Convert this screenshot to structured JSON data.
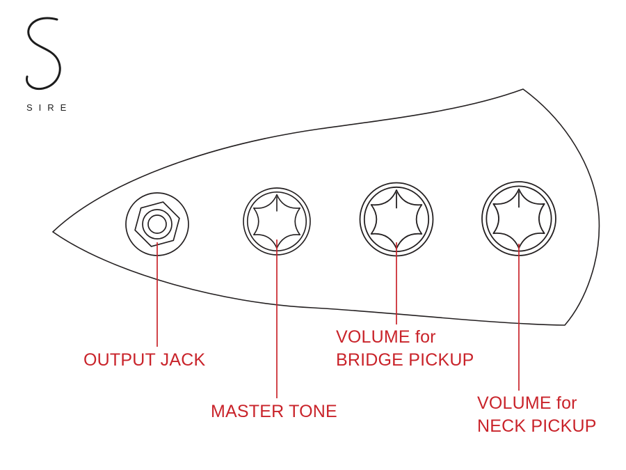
{
  "colors": {
    "background": "#ffffff",
    "outline": "#231f20",
    "accent_red": "#c9232a"
  },
  "logo": {
    "wordmark": "SIRE"
  },
  "labels": {
    "output_jack": "OUTPUT JACK",
    "master_tone": "MASTER TONE",
    "bridge_volume_line1": "VOLUME for",
    "bridge_volume_line2": "BRIDGE PICKUP",
    "neck_volume_line1": "VOLUME for",
    "neck_volume_line2": "NECK PICKUP"
  }
}
